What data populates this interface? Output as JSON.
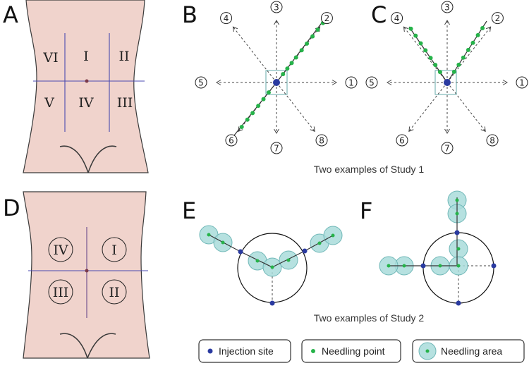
{
  "panels": {
    "A": "A",
    "B": "B",
    "C": "C",
    "D": "D",
    "E": "E",
    "F": "F"
  },
  "panel_a": {
    "regions": {
      "I": "I",
      "II": "II",
      "III": "III",
      "IV": "IV",
      "V": "V",
      "VI": "VI"
    }
  },
  "panel_d": {
    "quadrants": {
      "I": "I",
      "II": "II",
      "III": "III",
      "IV": "IV"
    }
  },
  "directions": [
    "①",
    "②",
    "③",
    "④",
    "⑤",
    "⑥",
    "⑦",
    "⑧"
  ],
  "captions": {
    "study1": "Two examples of Study 1",
    "study2": "Two examples of Study 2"
  },
  "legend": {
    "injection_site": "Injection site",
    "needling_point": "Needling point",
    "needling_area": "Needling area"
  },
  "colors": {
    "injection_site": "#2a3aa0",
    "needling_point": "#26b34a",
    "needling_area": "#a9dcdb",
    "skin": "#f0d3cc"
  }
}
